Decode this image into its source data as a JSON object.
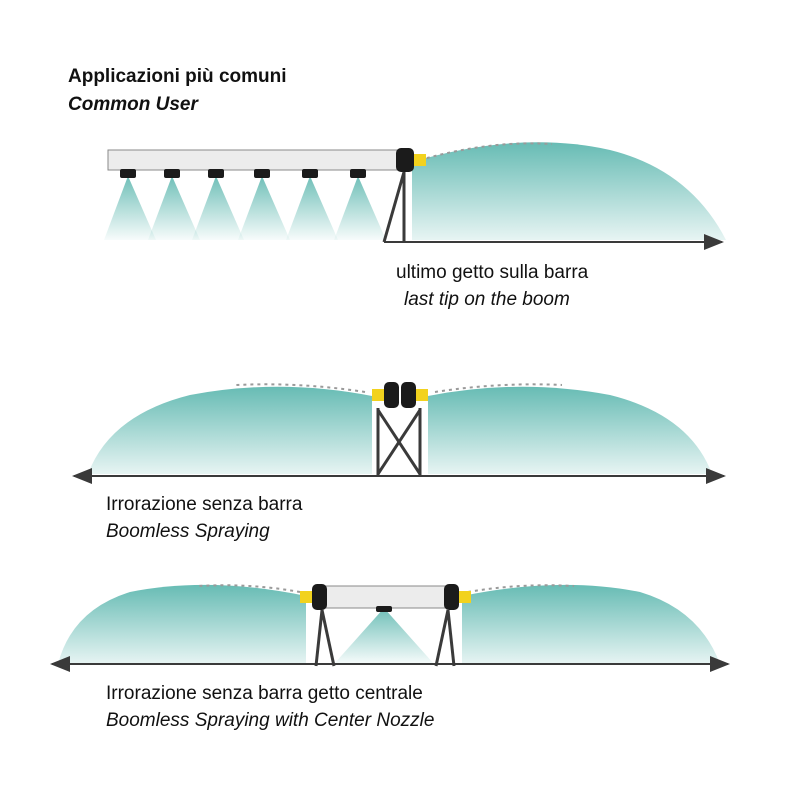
{
  "header": {
    "title_it": "Applicazioni più comuni",
    "title_en": "Common User"
  },
  "panels": [
    {
      "id": "last-tip",
      "caption_it": "ultimo getto sulla barra",
      "caption_en": "last tip on the boom"
    },
    {
      "id": "boomless",
      "caption_it": "Irrorazione senza barra",
      "caption_en": "Boomless Spraying"
    },
    {
      "id": "boomless-center",
      "caption_it": "Irrorazione senza barra getto centrale",
      "caption_en": "Boomless Spraying with Center Nozzle"
    }
  ],
  "colors": {
    "spray": "#5fb8b0",
    "frame": "#3a3a3a",
    "boom": "#ececec",
    "nozzle": "#1b1b1b",
    "tip": "#f2d21e"
  }
}
